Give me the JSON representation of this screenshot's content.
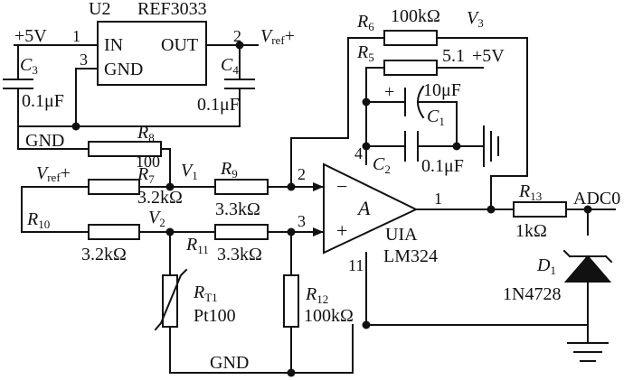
{
  "labels": {
    "u2_name": "U2",
    "u2_part": "REF3033",
    "plus5v_left": "+5V",
    "pin1": "1",
    "pin2": "2",
    "pin3": "3",
    "pin_in": "IN",
    "pin_out": "OUT",
    "pin_gnd": "GND",
    "vref_out_sym": "V",
    "vref_out_sub": "ref",
    "vref_out_plus": "+",
    "c3": "C",
    "c3_sub": "3",
    "c3_val": "0.1μF",
    "c4": "C",
    "c4_sub": "4",
    "c4_val": "0.1μF",
    "gnd_left": "GND",
    "r8": "R",
    "r8_sub": "8",
    "r8_val": "100",
    "vref_in_sym": "V",
    "vref_in_sub": "ref",
    "vref_in_plus": "+",
    "r7": "R",
    "r7_sub": "7",
    "r7_val": "3.2kΩ",
    "v1": "V",
    "v1_sub": "1",
    "r9": "R",
    "r9_sub": "9",
    "r9_val": "3.3kΩ",
    "r10": "R",
    "r10_sub": "10",
    "r10_val": "3.2kΩ",
    "v2": "V",
    "v2_sub": "2",
    "r11": "R",
    "r11_sub": "11",
    "r11_val": "3.3kΩ",
    "rt1": "R",
    "rt1_sub": "T1",
    "rt1_val": "Pt100",
    "r12": "R",
    "r12_sub": "12",
    "r12_val": "100kΩ",
    "gnd_bottom": "GND",
    "r6": "R",
    "r6_sub": "6",
    "r6_val": "100kΩ",
    "v3": "V",
    "v3_sub": "3",
    "r5": "R",
    "r5_sub": "5",
    "r5_val": "5.1",
    "plus5v_right": "+5V",
    "c1_plus": "+",
    "c1_val": "10μF",
    "c1": "C",
    "c1_sub": "1",
    "c2": "C",
    "c2_sub": "2",
    "c2_val": "0.1μF",
    "opamp_pin4": "4",
    "opamp_pin11": "11",
    "opamp_in_minus_pin": "2",
    "opamp_in_plus_pin": "3",
    "opamp_out_pin": "1",
    "opamp_name": "A",
    "opamp_minus": "−",
    "opamp_plus": "+",
    "opamp_ref": "UIA",
    "opamp_part": "LM324",
    "r13": "R",
    "r13_sub": "13",
    "r13_val": "1kΩ",
    "adc": "ADC0",
    "d1": "D",
    "d1_sub": "1",
    "d1_part": "1N4728"
  }
}
